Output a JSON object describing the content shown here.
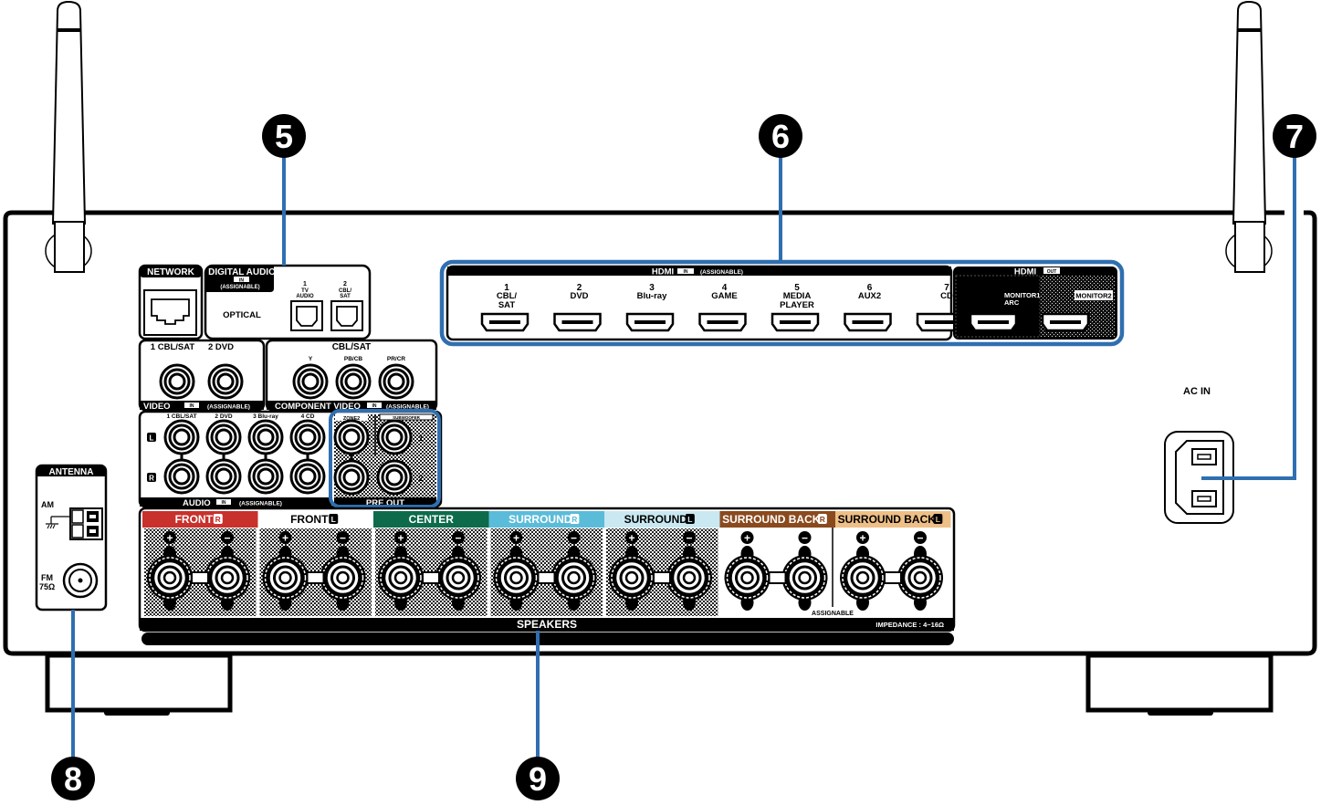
{
  "callouts": [
    {
      "number": "5",
      "target": "digital-audio"
    },
    {
      "number": "6",
      "target": "hdmi"
    },
    {
      "number": "7",
      "target": "ac-in"
    },
    {
      "number": "8",
      "target": "antenna"
    },
    {
      "number": "9",
      "target": "speakers"
    }
  ],
  "accent_color": "#2f6fb0",
  "network": {
    "label": "NETWORK"
  },
  "digital_audio": {
    "title": "DIGITAL AUDIO",
    "in_badge": "IN",
    "assignable": "(ASSIGNABLE)",
    "optical_label": "OPTICAL",
    "ports": [
      {
        "num": "1",
        "line1": "TV",
        "line2": "AUDIO"
      },
      {
        "num": "2",
        "line1": "CBL/",
        "line2": "SAT"
      }
    ]
  },
  "video": {
    "title": "VIDEO",
    "in_badge": "IN",
    "assignable": "(ASSIGNABLE)",
    "ports": [
      {
        "label": "1 CBL/SAT"
      },
      {
        "label": "2 DVD"
      }
    ]
  },
  "component_video": {
    "title": "COMPONENT VIDEO",
    "in_badge": "IN",
    "assignable": "(ASSIGNABLE)",
    "source": "CBL/SAT",
    "ports": [
      {
        "label": "Y"
      },
      {
        "label": "PB/CB"
      },
      {
        "label": "PR/CR"
      }
    ]
  },
  "audio": {
    "title": "AUDIO",
    "in_badge": "IN",
    "assignable": "(ASSIGNABLE)",
    "left": "L",
    "right": "R",
    "ports": [
      {
        "label": "1 CBL/SAT"
      },
      {
        "label": "2 DVD"
      },
      {
        "label": "3 Blu-ray"
      },
      {
        "label": "4 CD"
      }
    ]
  },
  "pre_out": {
    "title": "PRE OUT",
    "zone2": "ZONE2",
    "subwoofer": "SUBWOOFER",
    "sub1": "1",
    "sub2": "2"
  },
  "hdmi_in": {
    "title": "HDMI",
    "in_badge": "IN",
    "assignable": "(ASSIGNABLE)",
    "ports": [
      {
        "num": "1",
        "line1": "CBL/",
        "line2": "SAT"
      },
      {
        "num": "2",
        "line1": "DVD",
        "line2": ""
      },
      {
        "num": "3",
        "line1": "Blu-ray",
        "line2": ""
      },
      {
        "num": "4",
        "line1": "GAME",
        "line2": ""
      },
      {
        "num": "5",
        "line1": "MEDIA",
        "line2": "PLAYER"
      },
      {
        "num": "6",
        "line1": "AUX2",
        "line2": ""
      },
      {
        "num": "7",
        "line1": "CD",
        "line2": ""
      }
    ]
  },
  "hdmi_out": {
    "title": "HDMI",
    "out_badge": "OUT",
    "monitor1": "MONITOR1",
    "monitor1_sub": "ARC",
    "monitor2": "MONITOR2"
  },
  "ac_in": {
    "label": "AC IN"
  },
  "antenna": {
    "title": "ANTENNA",
    "am": "AM",
    "fm": "FM",
    "fm_impedance": "75Ω"
  },
  "speakers": {
    "title": "SPEAKERS",
    "impedance": "IMPEDANCE : 4~16Ω",
    "assignable": "ASSIGNABLE",
    "plus": "+",
    "minus": "−",
    "channels": [
      {
        "name": "FRONT",
        "side": "R",
        "color": "#c8312c",
        "text_color": "#ffffff"
      },
      {
        "name": "FRONT",
        "side": "L",
        "color": "#ffffff",
        "text_color": "#000000"
      },
      {
        "name": "CENTER",
        "side": "",
        "color": "#0d6b4b",
        "text_color": "#ffffff"
      },
      {
        "name": "SURROUND",
        "side": "R",
        "color": "#5bbcd9",
        "text_color": "#ffffff"
      },
      {
        "name": "SURROUND",
        "side": "L",
        "color": "#c9e8f2",
        "text_color": "#000000"
      },
      {
        "name": "SURROUND BACK",
        "side": "R",
        "color": "#8a4a1e",
        "text_color": "#ffffff"
      },
      {
        "name": "SURROUND BACK",
        "side": "L",
        "color": "#eebf86",
        "text_color": "#000000"
      }
    ]
  }
}
